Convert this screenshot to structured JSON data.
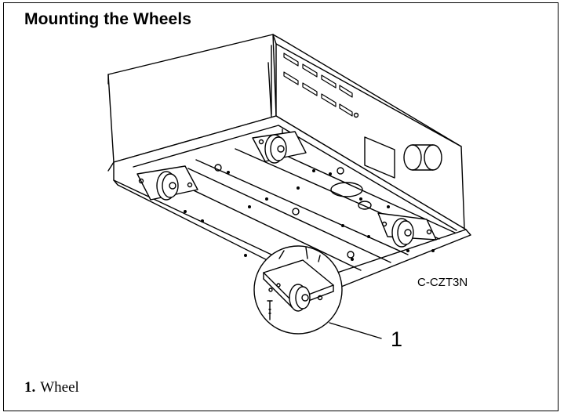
{
  "heading": "Mounting the Wheels",
  "figure": {
    "code": "C-CZT3N",
    "callout": "1"
  },
  "legend": [
    {
      "number": "1.",
      "label": "Wheel"
    }
  ]
}
